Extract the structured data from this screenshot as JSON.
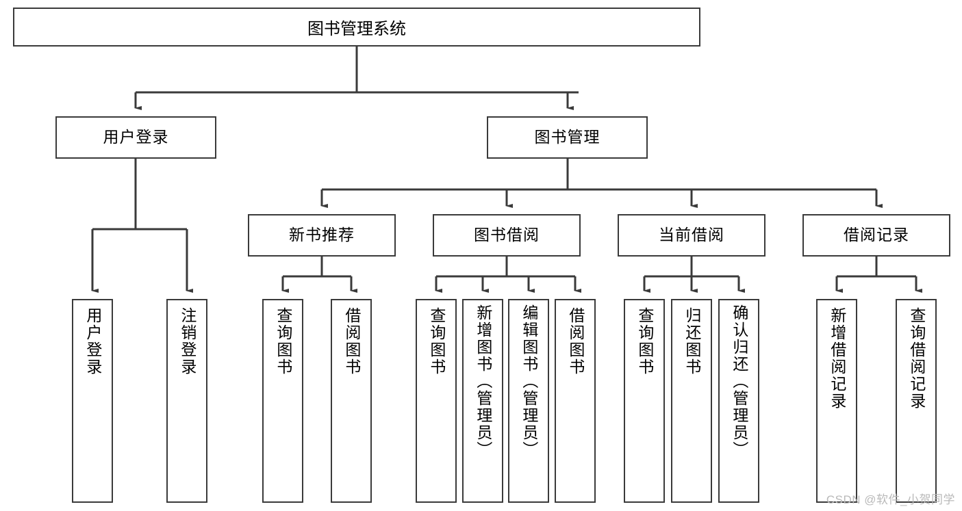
{
  "diagram": {
    "type": "tree-hierarchy",
    "title": "图书管理系统",
    "root": {
      "label": "图书管理系统"
    },
    "level2": [
      {
        "id": "user-login",
        "label": "用户登录"
      },
      {
        "id": "book-manage",
        "label": "图书管理"
      }
    ],
    "level3": [
      {
        "id": "new-book-recommend",
        "label": "新书推荐",
        "parent": "book-manage"
      },
      {
        "id": "book-borrow",
        "label": "图书借阅",
        "parent": "book-manage"
      },
      {
        "id": "current-borrow",
        "label": "当前借阅",
        "parent": "book-manage"
      },
      {
        "id": "borrow-record",
        "label": "借阅记录",
        "parent": "book-manage"
      }
    ],
    "leaves": [
      {
        "id": "leaf-user-login",
        "label": "用户登录",
        "parent": "user-login"
      },
      {
        "id": "leaf-logout",
        "label": "注销登录",
        "parent": "user-login"
      },
      {
        "id": "leaf-query-book-1",
        "label": "查询图书",
        "parent": "new-book-recommend"
      },
      {
        "id": "leaf-borrow-book-1",
        "label": "借阅图书",
        "parent": "new-book-recommend"
      },
      {
        "id": "leaf-query-book-2",
        "label": "查询图书",
        "parent": "book-borrow"
      },
      {
        "id": "leaf-add-book",
        "label": "新增图书（管理员）",
        "parent": "book-borrow"
      },
      {
        "id": "leaf-edit-book",
        "label": "编辑图书（管理员）",
        "parent": "book-borrow"
      },
      {
        "id": "leaf-borrow-book-2",
        "label": "借阅图书",
        "parent": "book-borrow"
      },
      {
        "id": "leaf-query-book-3",
        "label": "查询图书",
        "parent": "current-borrow"
      },
      {
        "id": "leaf-return-book",
        "label": "归还图书",
        "parent": "current-borrow"
      },
      {
        "id": "leaf-confirm-return",
        "label": "确认归还（管理员）",
        "parent": "current-borrow"
      },
      {
        "id": "leaf-add-record",
        "label": "新增借阅记录",
        "parent": "borrow-record"
      },
      {
        "id": "leaf-query-record",
        "label": "查询借阅记录",
        "parent": "borrow-record"
      }
    ]
  },
  "watermark": {
    "text": "CSDN @软件_小贺同学"
  },
  "colors": {
    "stroke": "#3a3a3a",
    "background": "#ffffff",
    "text": "#000000",
    "watermark": "#b9b9b9"
  }
}
